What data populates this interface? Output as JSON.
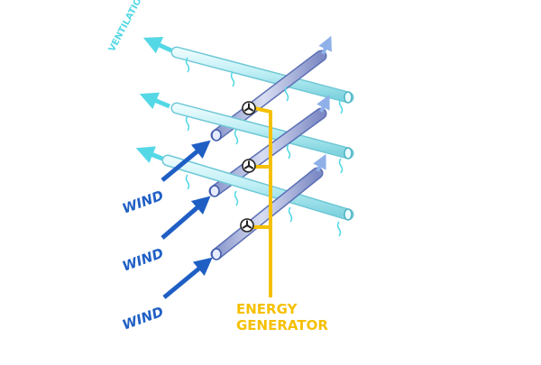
{
  "labels": {
    "ventilation": "VENTILATION",
    "wind": [
      "WIND",
      "WIND",
      "WIND"
    ],
    "energy_line1": "ENERGY",
    "energy_line2": "GENERATOR"
  },
  "colors": {
    "pipe_cyan": "#bfeff5",
    "pipe_cyan_edge": "#6fc8d6",
    "pipe_blue": "#aeb8e0",
    "pipe_blue_edge": "#5a6fb5",
    "wind": "#1f5fc4",
    "ventilation": "#55d8e6",
    "energy": "#f5c000",
    "turbine": "#222222"
  },
  "icons": [
    "turbine-icon",
    "airflow-squiggle-icon",
    "arrow-icon"
  ]
}
